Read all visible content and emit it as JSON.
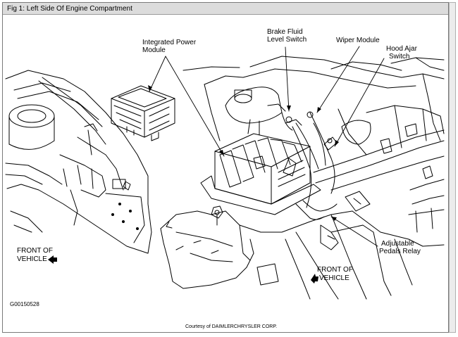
{
  "window": {
    "title": "Fig 1: Left Side Of Engine Compartment"
  },
  "figure": {
    "callouts": {
      "integrated_power_module": [
        "Integrated Power",
        "Module"
      ],
      "brake_fluid_level_switch": [
        "Brake Fluid",
        "Level Switch"
      ],
      "wiper_module": [
        "Wiper Module"
      ],
      "hood_ajar_switch": [
        "Hood Ajar",
        "Switch"
      ],
      "adjustable_pedals_relay": [
        "Adjustable",
        "Pedals Relay"
      ],
      "front_of_vehicle_left": [
        "FRONT OF",
        "VEHICLE"
      ],
      "front_of_vehicle_right": [
        "FRONT OF",
        "VEHICLE"
      ]
    },
    "figure_code": "G00150528",
    "credit": "Courtesy of DAIMLERCHRYSLER CORP."
  }
}
